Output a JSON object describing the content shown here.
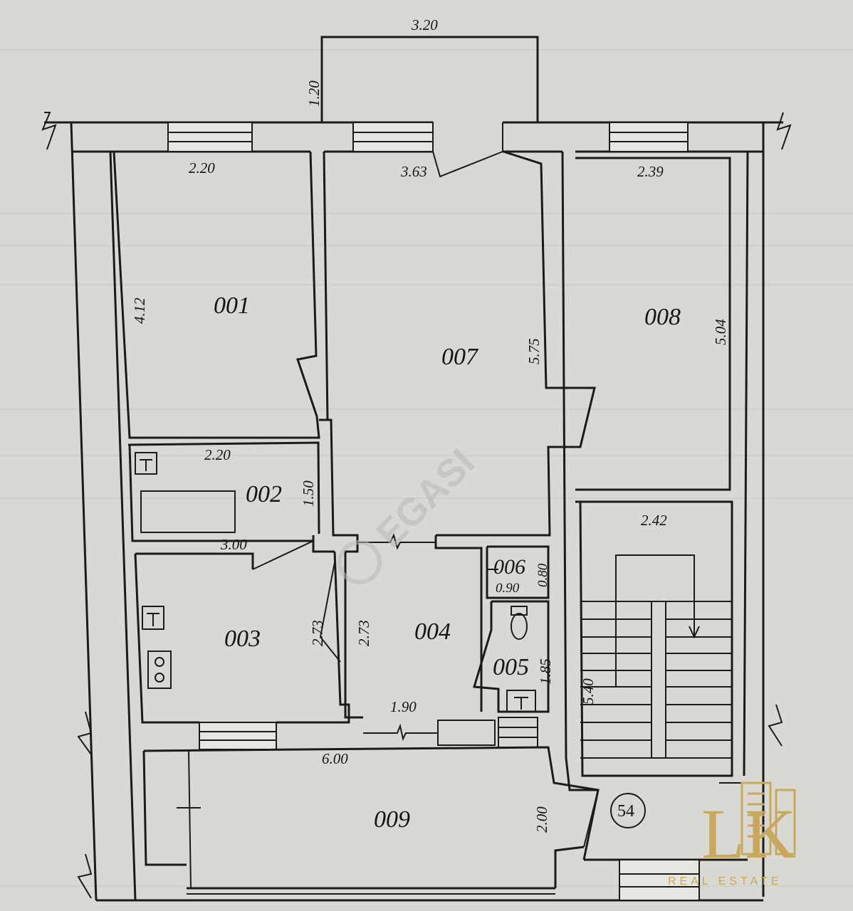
{
  "plan": {
    "rooms": [
      {
        "id": "001",
        "label": "001"
      },
      {
        "id": "002",
        "label": "002"
      },
      {
        "id": "003",
        "label": "003"
      },
      {
        "id": "004",
        "label": "004"
      },
      {
        "id": "005",
        "label": "005"
      },
      {
        "id": "006",
        "label": "006"
      },
      {
        "id": "007",
        "label": "007"
      },
      {
        "id": "008",
        "label": "008"
      },
      {
        "id": "009",
        "label": "009"
      }
    ],
    "dimensions": {
      "balcony_width": "3.20",
      "balcony_depth": "1.20",
      "r001_width": "2.20",
      "r001_length": "4.12",
      "r007_top": "3.63",
      "r007_length": "5.75",
      "r008_width": "2.39",
      "r008_length": "5.04",
      "r002_width": "2.20",
      "r002_length": "1.50",
      "r003_width": "3.00",
      "r003_length": "2.73",
      "r004_length": "2.73",
      "r004_width": "1.90",
      "r006_width": "0.90",
      "r006_length": "0.80",
      "r005_length": "1.85",
      "stair_width": "2.42",
      "stair_length": "5.40",
      "r009_width": "6.00",
      "r009_length": "2.00"
    },
    "apartment_number": "54"
  },
  "watermark": {
    "text": "EGASI",
    "logo_letters": "LK",
    "logo_subtitle": "REAL ESTATE"
  },
  "colors": {
    "paper": "#d9d9d3",
    "ink": "#1b1b1b",
    "logo_gold": "#c8a85c"
  }
}
